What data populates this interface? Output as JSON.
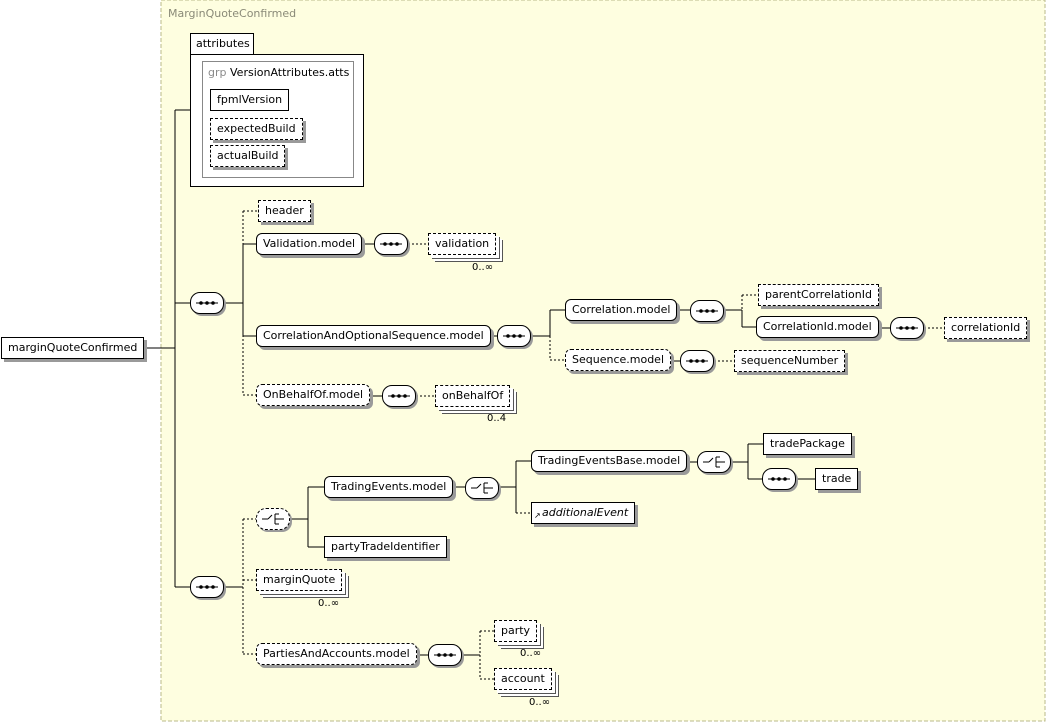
{
  "diagram": {
    "root_element": "marginQuoteConfirmed",
    "type_name": "MarginQuoteConfirmed",
    "attributes": {
      "tab_label": "attributes",
      "group_keyword": "grp",
      "group_name": "VersionAttributes.atts",
      "items": [
        "fpmlVersion",
        "expectedBuild",
        "actualBuild"
      ]
    },
    "elements": {
      "header": "header",
      "validation_model": "Validation.model",
      "validation": "validation",
      "validation_occ": "0..∞",
      "correlation_seq_model": "CorrelationAndOptionalSequence.model",
      "correlation_model": "Correlation.model",
      "parent_correlation_id": "parentCorrelationId",
      "correlation_id_model": "CorrelationId.model",
      "correlation_id": "correlationId",
      "sequence_model": "Sequence.model",
      "sequence_number": "sequenceNumber",
      "on_behalf_of_model": "OnBehalfOf.model",
      "on_behalf_of": "onBehalfOf",
      "on_behalf_of_occ": "0..4",
      "trading_events_model": "TradingEvents.model",
      "trading_events_base_model": "TradingEventsBase.model",
      "trade_package": "tradePackage",
      "trade": "trade",
      "additional_event": "additionalEvent",
      "party_trade_identifier": "partyTradeIdentifier",
      "margin_quote": "marginQuote",
      "margin_quote_occ": "0..∞",
      "parties_accounts_model": "PartiesAndAccounts.model",
      "party": "party",
      "party_occ": "0..∞",
      "account": "account",
      "account_occ": "0..∞"
    },
    "colors": {
      "type_region": "#fefee0",
      "type_region_border": "#b9b98a",
      "line": "#000000",
      "shadow": "#9a9a9a"
    }
  }
}
